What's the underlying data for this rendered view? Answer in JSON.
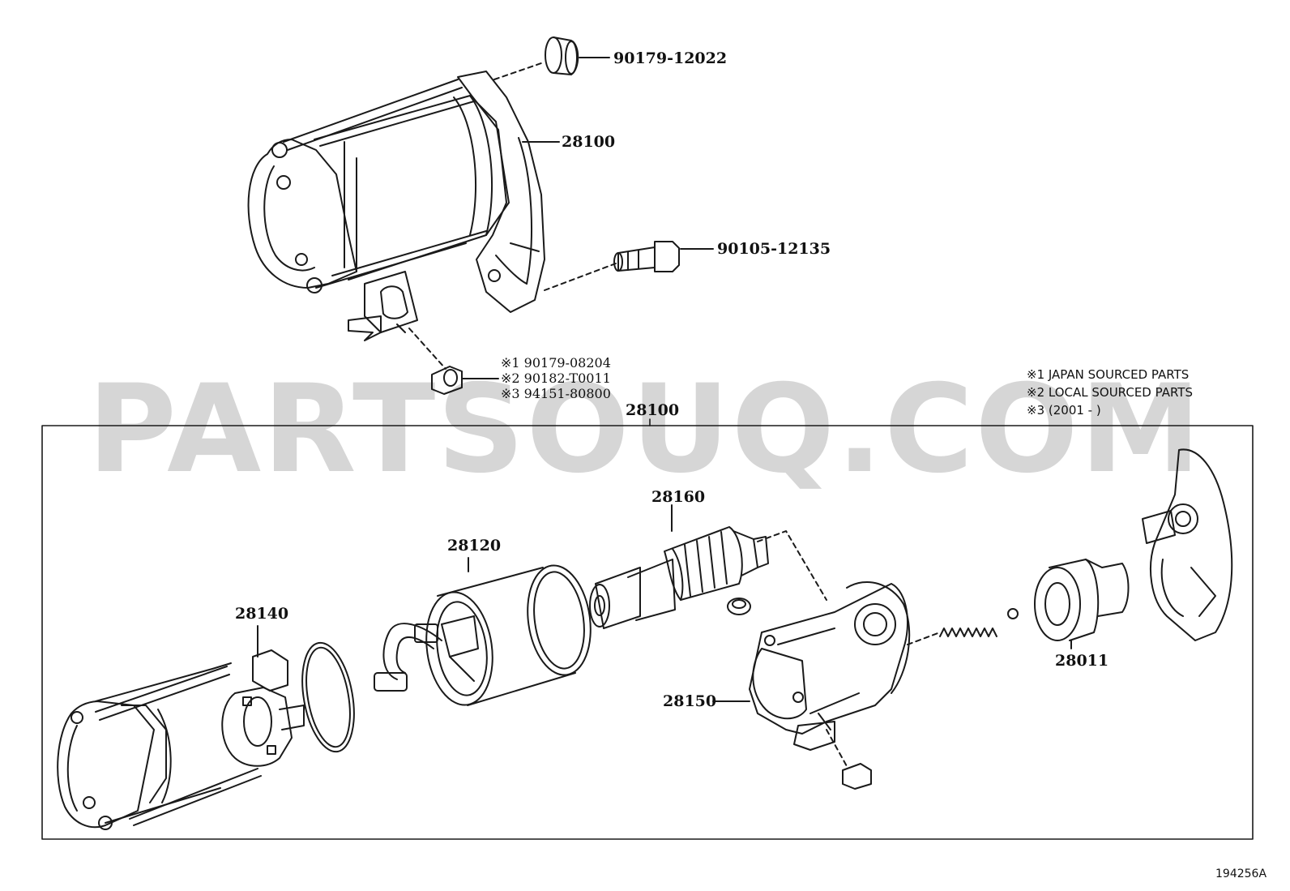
{
  "watermark": "PARTSOUQ.COM",
  "figure_number": "194256A",
  "legend": {
    "line1": "※1 JAPAN SOURCED PARTS",
    "line2": "※2 LOCAL SOURCED PARTS",
    "line3": "※3 (2001 -    )"
  },
  "top_assembly": {
    "bushing": "90179-12022",
    "starter": "28100",
    "bolt": "90105-12135",
    "nut_ref1": "※1 90179-08204",
    "nut_ref2": "※2 90182-T0011",
    "nut_ref3": "※3 94151-80800"
  },
  "exploded_assembly": {
    "group_label": "28100",
    "brush_holder": "28140",
    "field_frame": "28120",
    "armature": "28160",
    "housing": "28150",
    "clutch": "28011"
  },
  "colors": {
    "line": "#1a1a1a",
    "watermark": "#d6d6d6",
    "background": "#ffffff"
  }
}
